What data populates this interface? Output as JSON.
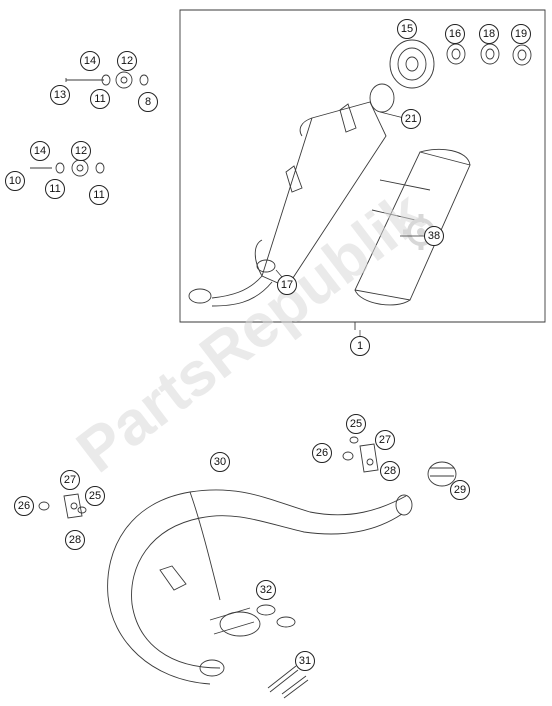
{
  "watermark": {
    "text": "PartsRepublik",
    "icon": "gear-icon"
  },
  "callouts": {
    "c1": "1",
    "c8": "8",
    "c10": "10",
    "c11a": "11",
    "c11b": "11",
    "c11c": "11",
    "c12a": "12",
    "c12b": "12",
    "c13": "13",
    "c14a": "14",
    "c14b": "14",
    "c15": "15",
    "c16": "16",
    "c17": "17",
    "c18": "18",
    "c19": "19",
    "c21": "21",
    "c25a": "25",
    "c25b": "25",
    "c26a": "26",
    "c26b": "26",
    "c27a": "27",
    "c27b": "27",
    "c28a": "28",
    "c28b": "28",
    "c29": "29",
    "c30": "30",
    "c31": "31",
    "c32": "32",
    "c38": "38"
  }
}
